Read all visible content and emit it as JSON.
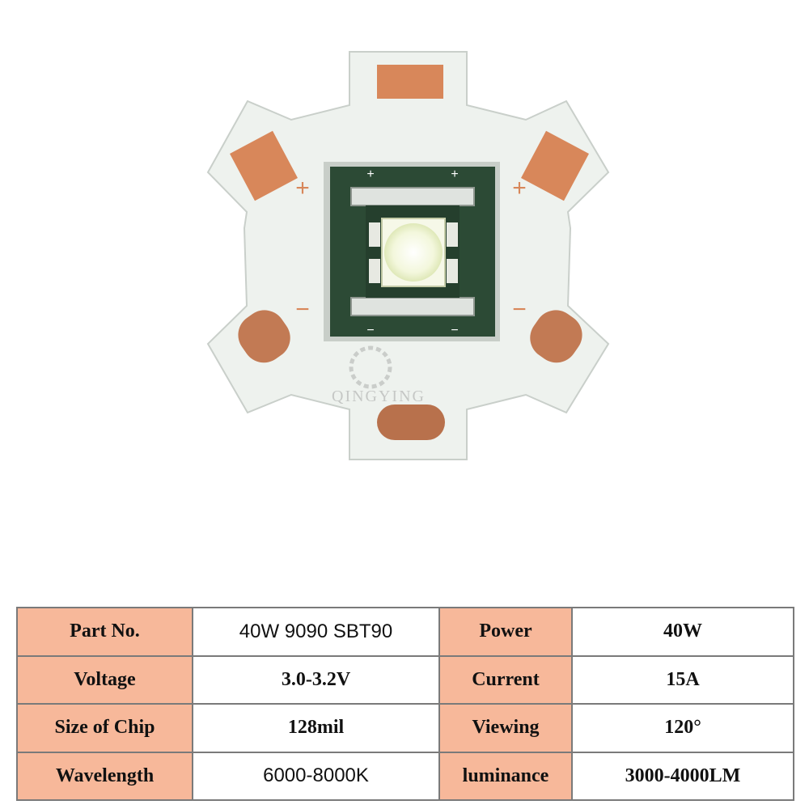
{
  "image": {
    "board_markings": {
      "plus_left": "+",
      "plus_right": "+",
      "minus_left": "−",
      "minus_right": "−",
      "chip_plus_1": "+",
      "chip_plus_2": "+",
      "chip_minus_1": "−",
      "chip_minus_2": "−"
    },
    "watermark": "QINGYING",
    "colors": {
      "board": "#eef2ee",
      "copper": "#d8875a",
      "pcb_green": "#2c4a35",
      "led": "#f6f8e8"
    }
  },
  "specs": {
    "rows": [
      {
        "label1": "Part No.",
        "value1": "40W 9090 SBT90",
        "label2": "Power",
        "value2": "40W"
      },
      {
        "label1": "Voltage",
        "value1": "3.0-3.2V",
        "label2": "Current",
        "value2": "15A"
      },
      {
        "label1": "Size of Chip",
        "value1": "128mil",
        "label2": "Viewing",
        "value2": "120°"
      },
      {
        "label1": "Wavelength",
        "value1": "6000-8000K",
        "label2": "luminance",
        "value2": "3000-4000LM"
      }
    ],
    "colors": {
      "label_bg": "#f7b89a",
      "border": "#7a7a7a"
    }
  }
}
